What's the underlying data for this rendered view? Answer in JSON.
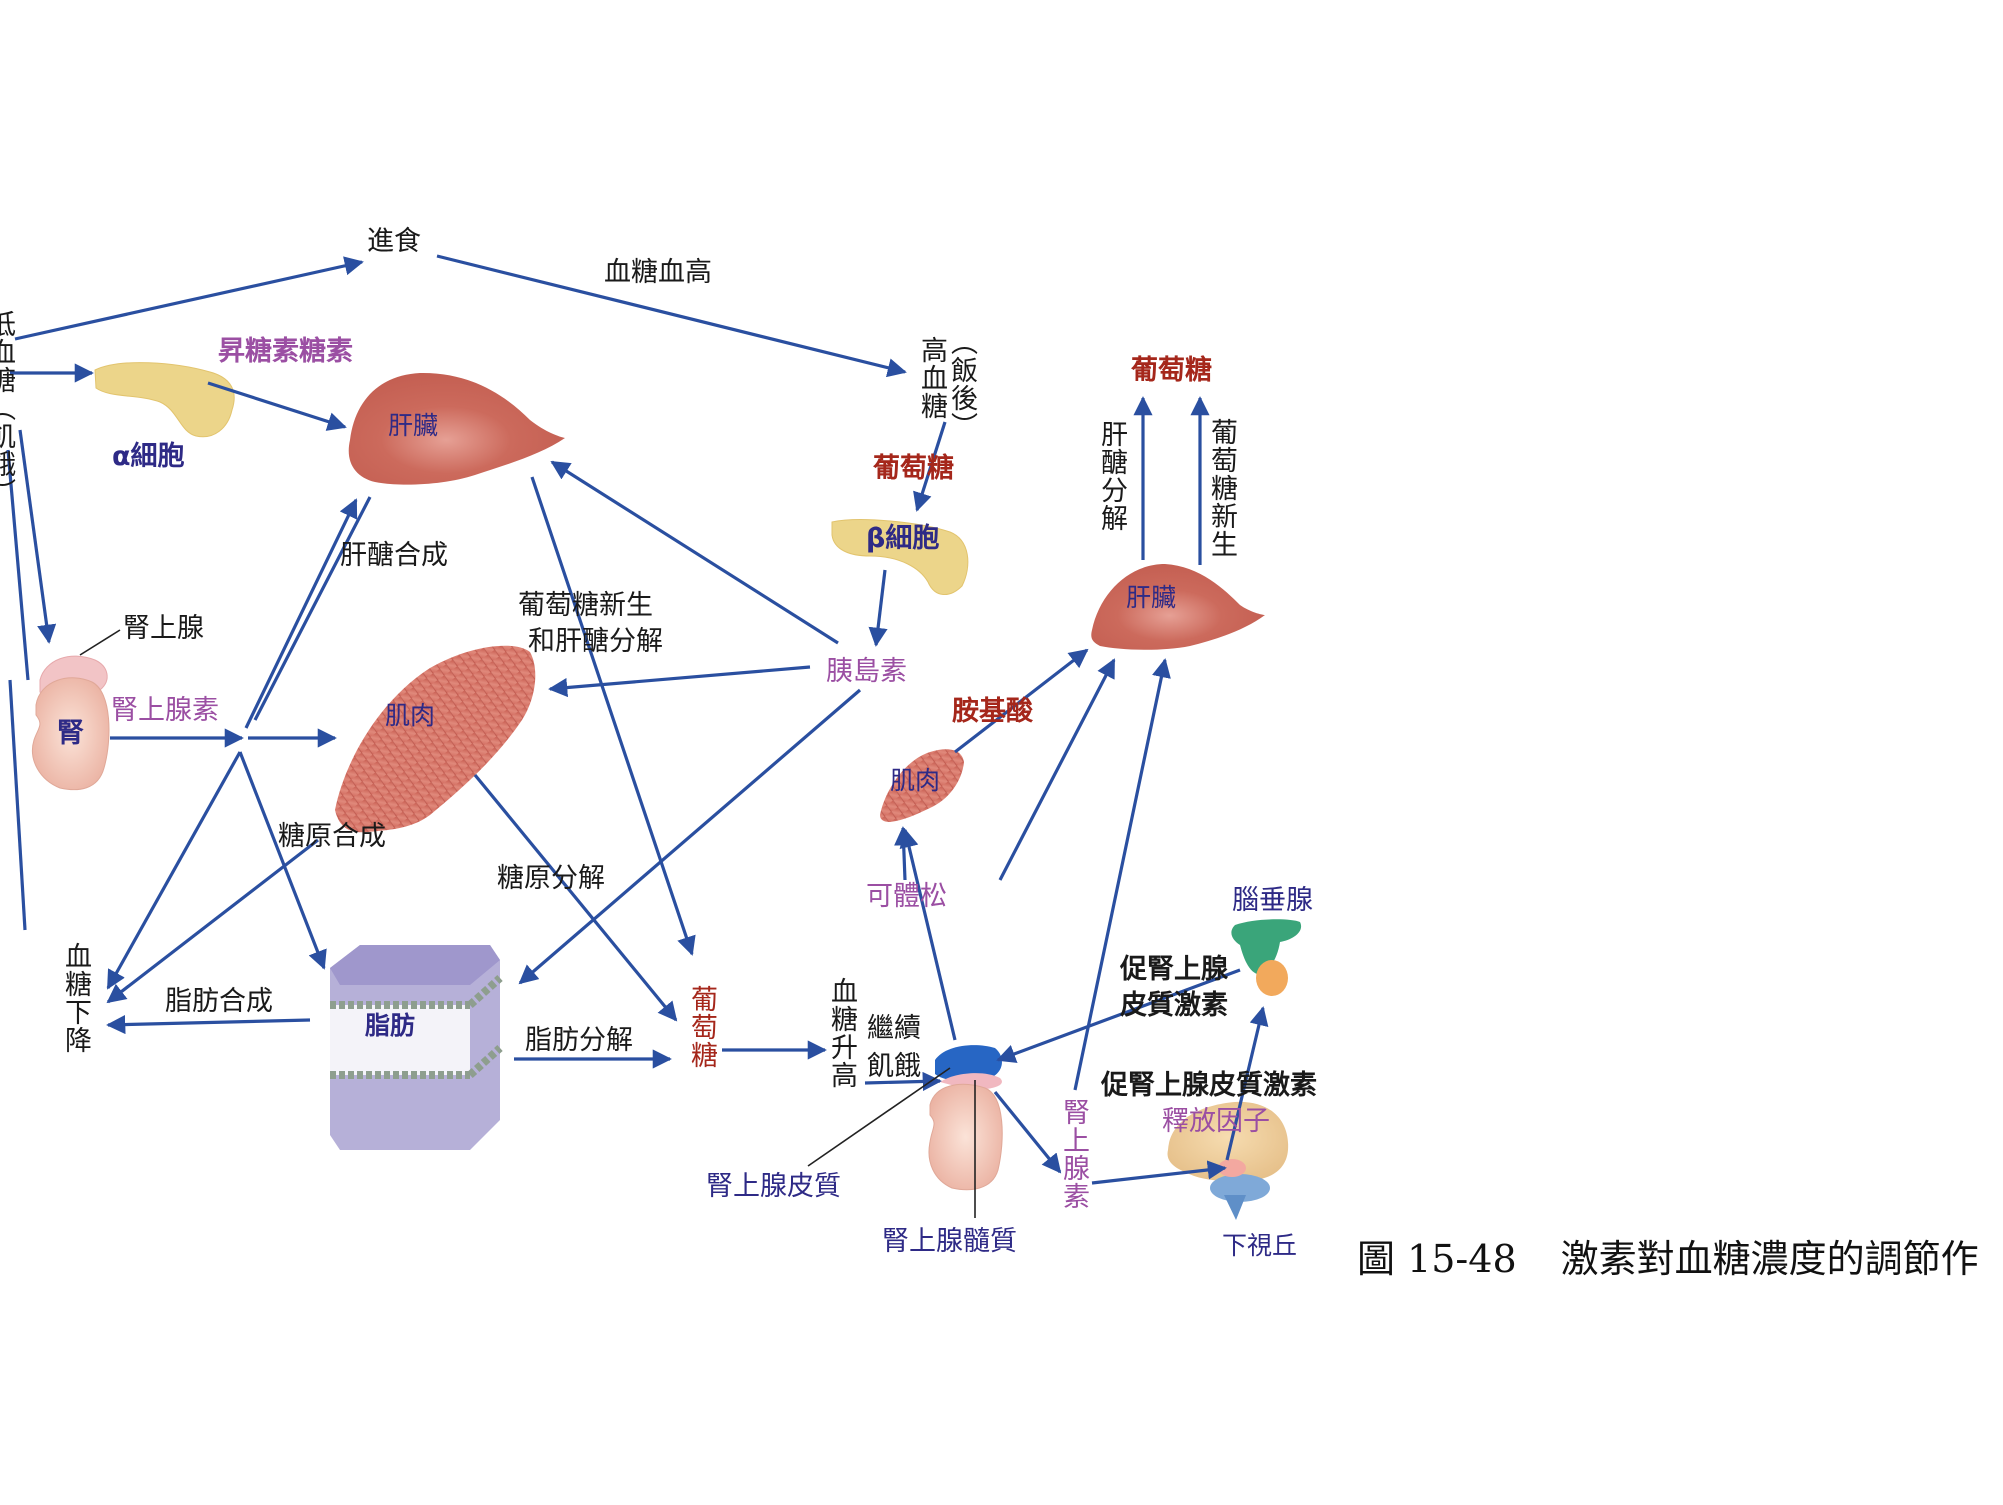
{
  "title": "激素對血糖濃度的調節作用",
  "caption": {
    "figure_no": "圖 15-48",
    "text": "激素對血糖濃度的調節作"
  },
  "colors": {
    "arrow": "#2a4fa0",
    "liver": "#c96457",
    "muscle": "#c8665a",
    "pancreas": "#ecd58a",
    "fat": "#b6b0d8",
    "kidney": "#f0c6b8",
    "label_navy": "#2e2a86",
    "label_purple": "#9b4fa3",
    "label_red": "#a5271b"
  },
  "left_panel": {
    "trigger": "低血糖（飢餓）",
    "eating": "進食",
    "blood_sugar_high_path": "血糖血高",
    "glucagon": "昇糖素糖素",
    "alpha_cell": "α細胞",
    "liver": "肝臟",
    "liver_glycogen_synthesis": "肝醣合成",
    "gluconeogenesis_line1": "葡萄糖新生",
    "gluconeogenesis_line2": "和肝醣分解",
    "adrenal_gland": "腎上腺",
    "kidney": "腎",
    "epinephrine": "腎上腺素",
    "muscle": "肌肉",
    "glycogen_synthesis": "糖原合成",
    "glycogenolysis": "糖原分解",
    "blood_sugar_down": "血糖下降",
    "fat_synthesis": "脂肪合成",
    "fat": "脂肪",
    "lipolysis": "脂肪分解",
    "glucose": "葡萄糖",
    "high_blood_sugar": "高血糖",
    "after_meal": "（飯後）",
    "glucose_top": "葡萄糖",
    "beta_cell": "β細胞",
    "insulin": "胰島素"
  },
  "right_panel": {
    "blood_sugar_up": "血糖升高",
    "continued": "繼續",
    "hunger": "飢餓",
    "adrenal_cortex": "腎上腺皮質",
    "adrenal_medulla": "腎上腺髓質",
    "cortisol": "可體松",
    "muscle": "肌肉",
    "amino_acids": "胺基酸",
    "liver": "肝臟",
    "glucose": "葡萄糖",
    "liver_glycogenolysis": "肝醣分解",
    "gluconeogenesis": "葡萄糖新生",
    "pituitary": "腦垂腺",
    "acth_line1": "促腎上腺",
    "acth_line2": "皮質激素",
    "crh_line1": "促腎上腺皮質激素",
    "crh_line2": "釋放因子",
    "epinephrine_v": "腎上腺素",
    "hypothalamus": "下視丘"
  }
}
